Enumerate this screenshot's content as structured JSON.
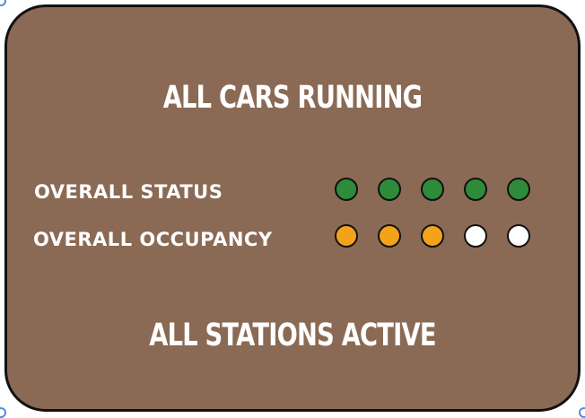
{
  "panel": {
    "headline_top": "All Cars Running",
    "headline_bottom": "All Stations Active",
    "background_color": "#8a6a54"
  },
  "status_row": {
    "label": "OVERALL STATUS",
    "indicators": [
      "green",
      "green",
      "green",
      "green",
      "green"
    ]
  },
  "occupancy_row": {
    "label": "OVERALL OCCUPANCY",
    "indicators": [
      "orange",
      "orange",
      "orange",
      "white",
      "white"
    ]
  },
  "colors": {
    "green": "#2e8b3a",
    "orange": "#f5a21b",
    "white": "#ffffff"
  }
}
